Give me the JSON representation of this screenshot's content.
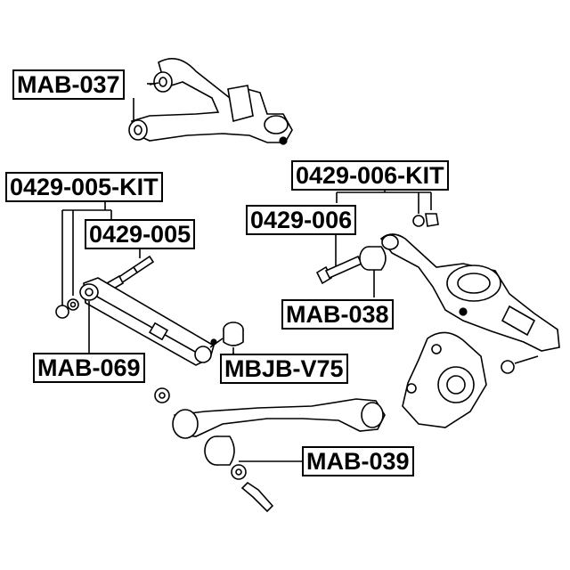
{
  "labels": {
    "mab037": "MAB-037",
    "kit005": "0429-005-KIT",
    "p005": "0429-005",
    "kit006": "0429-006-KIT",
    "p006": "0429-006",
    "mab038": "MAB-038",
    "mab069": "MAB-069",
    "mbjbv75": "MBJB-V75",
    "mab039": "MAB-039"
  },
  "colors": {
    "line": "#000000",
    "background": "#ffffff"
  }
}
